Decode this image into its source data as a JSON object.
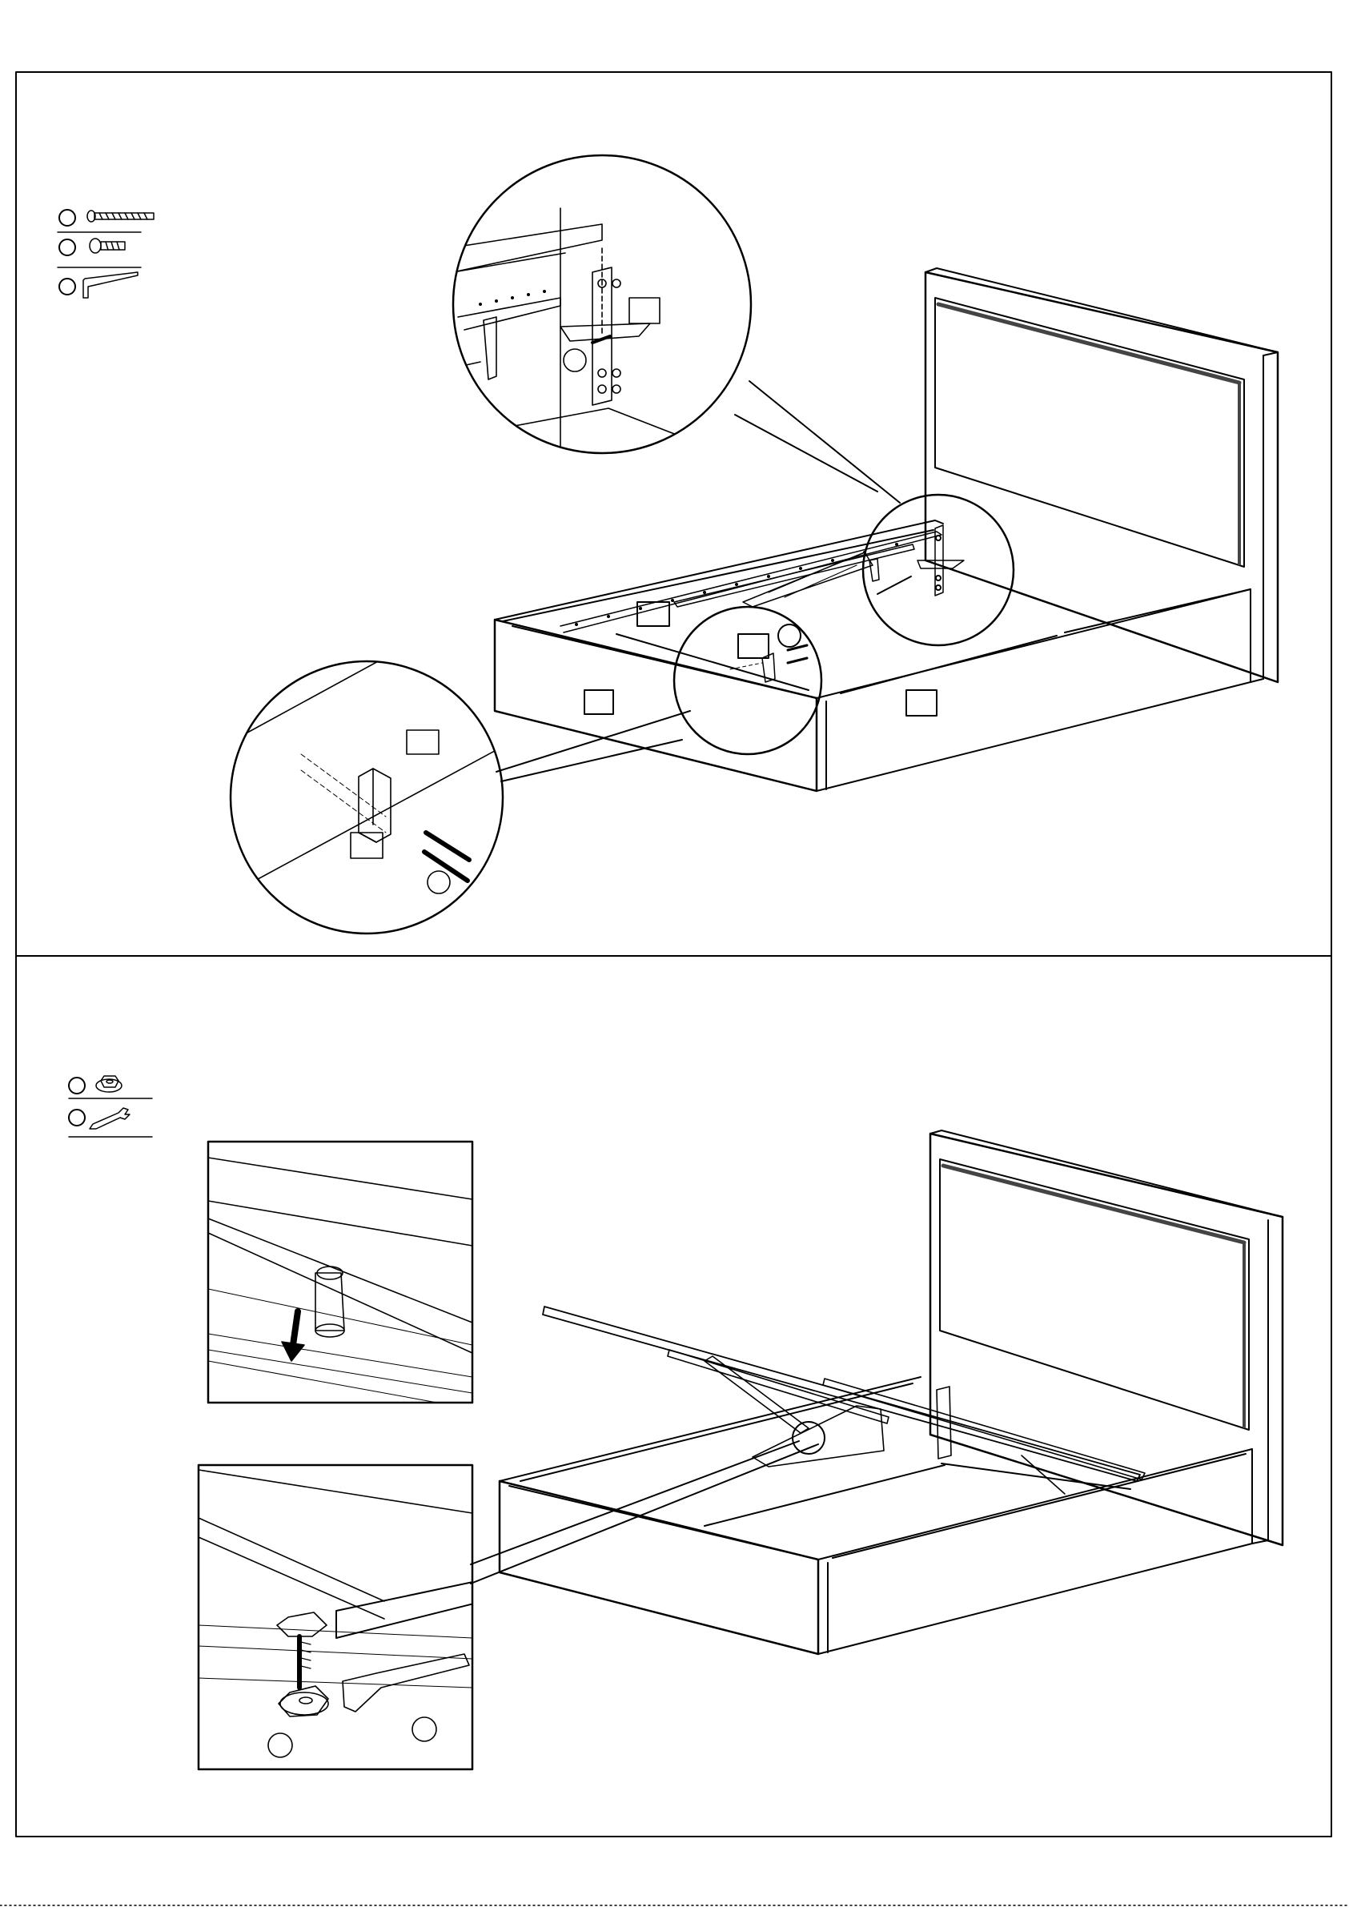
{
  "steps": [
    {
      "name": "step-1",
      "parts": [
        "screw",
        "bolt",
        "allen-key"
      ],
      "callouts": [
        "part-label-box",
        "part-label-circle"
      ]
    },
    {
      "name": "step-2",
      "parts": [
        "flange-nut",
        "wrench"
      ],
      "callouts": [
        "part-label-circle"
      ]
    }
  ],
  "colors": {
    "line": "#000000",
    "background": "#ffffff",
    "shade": "#444444"
  }
}
